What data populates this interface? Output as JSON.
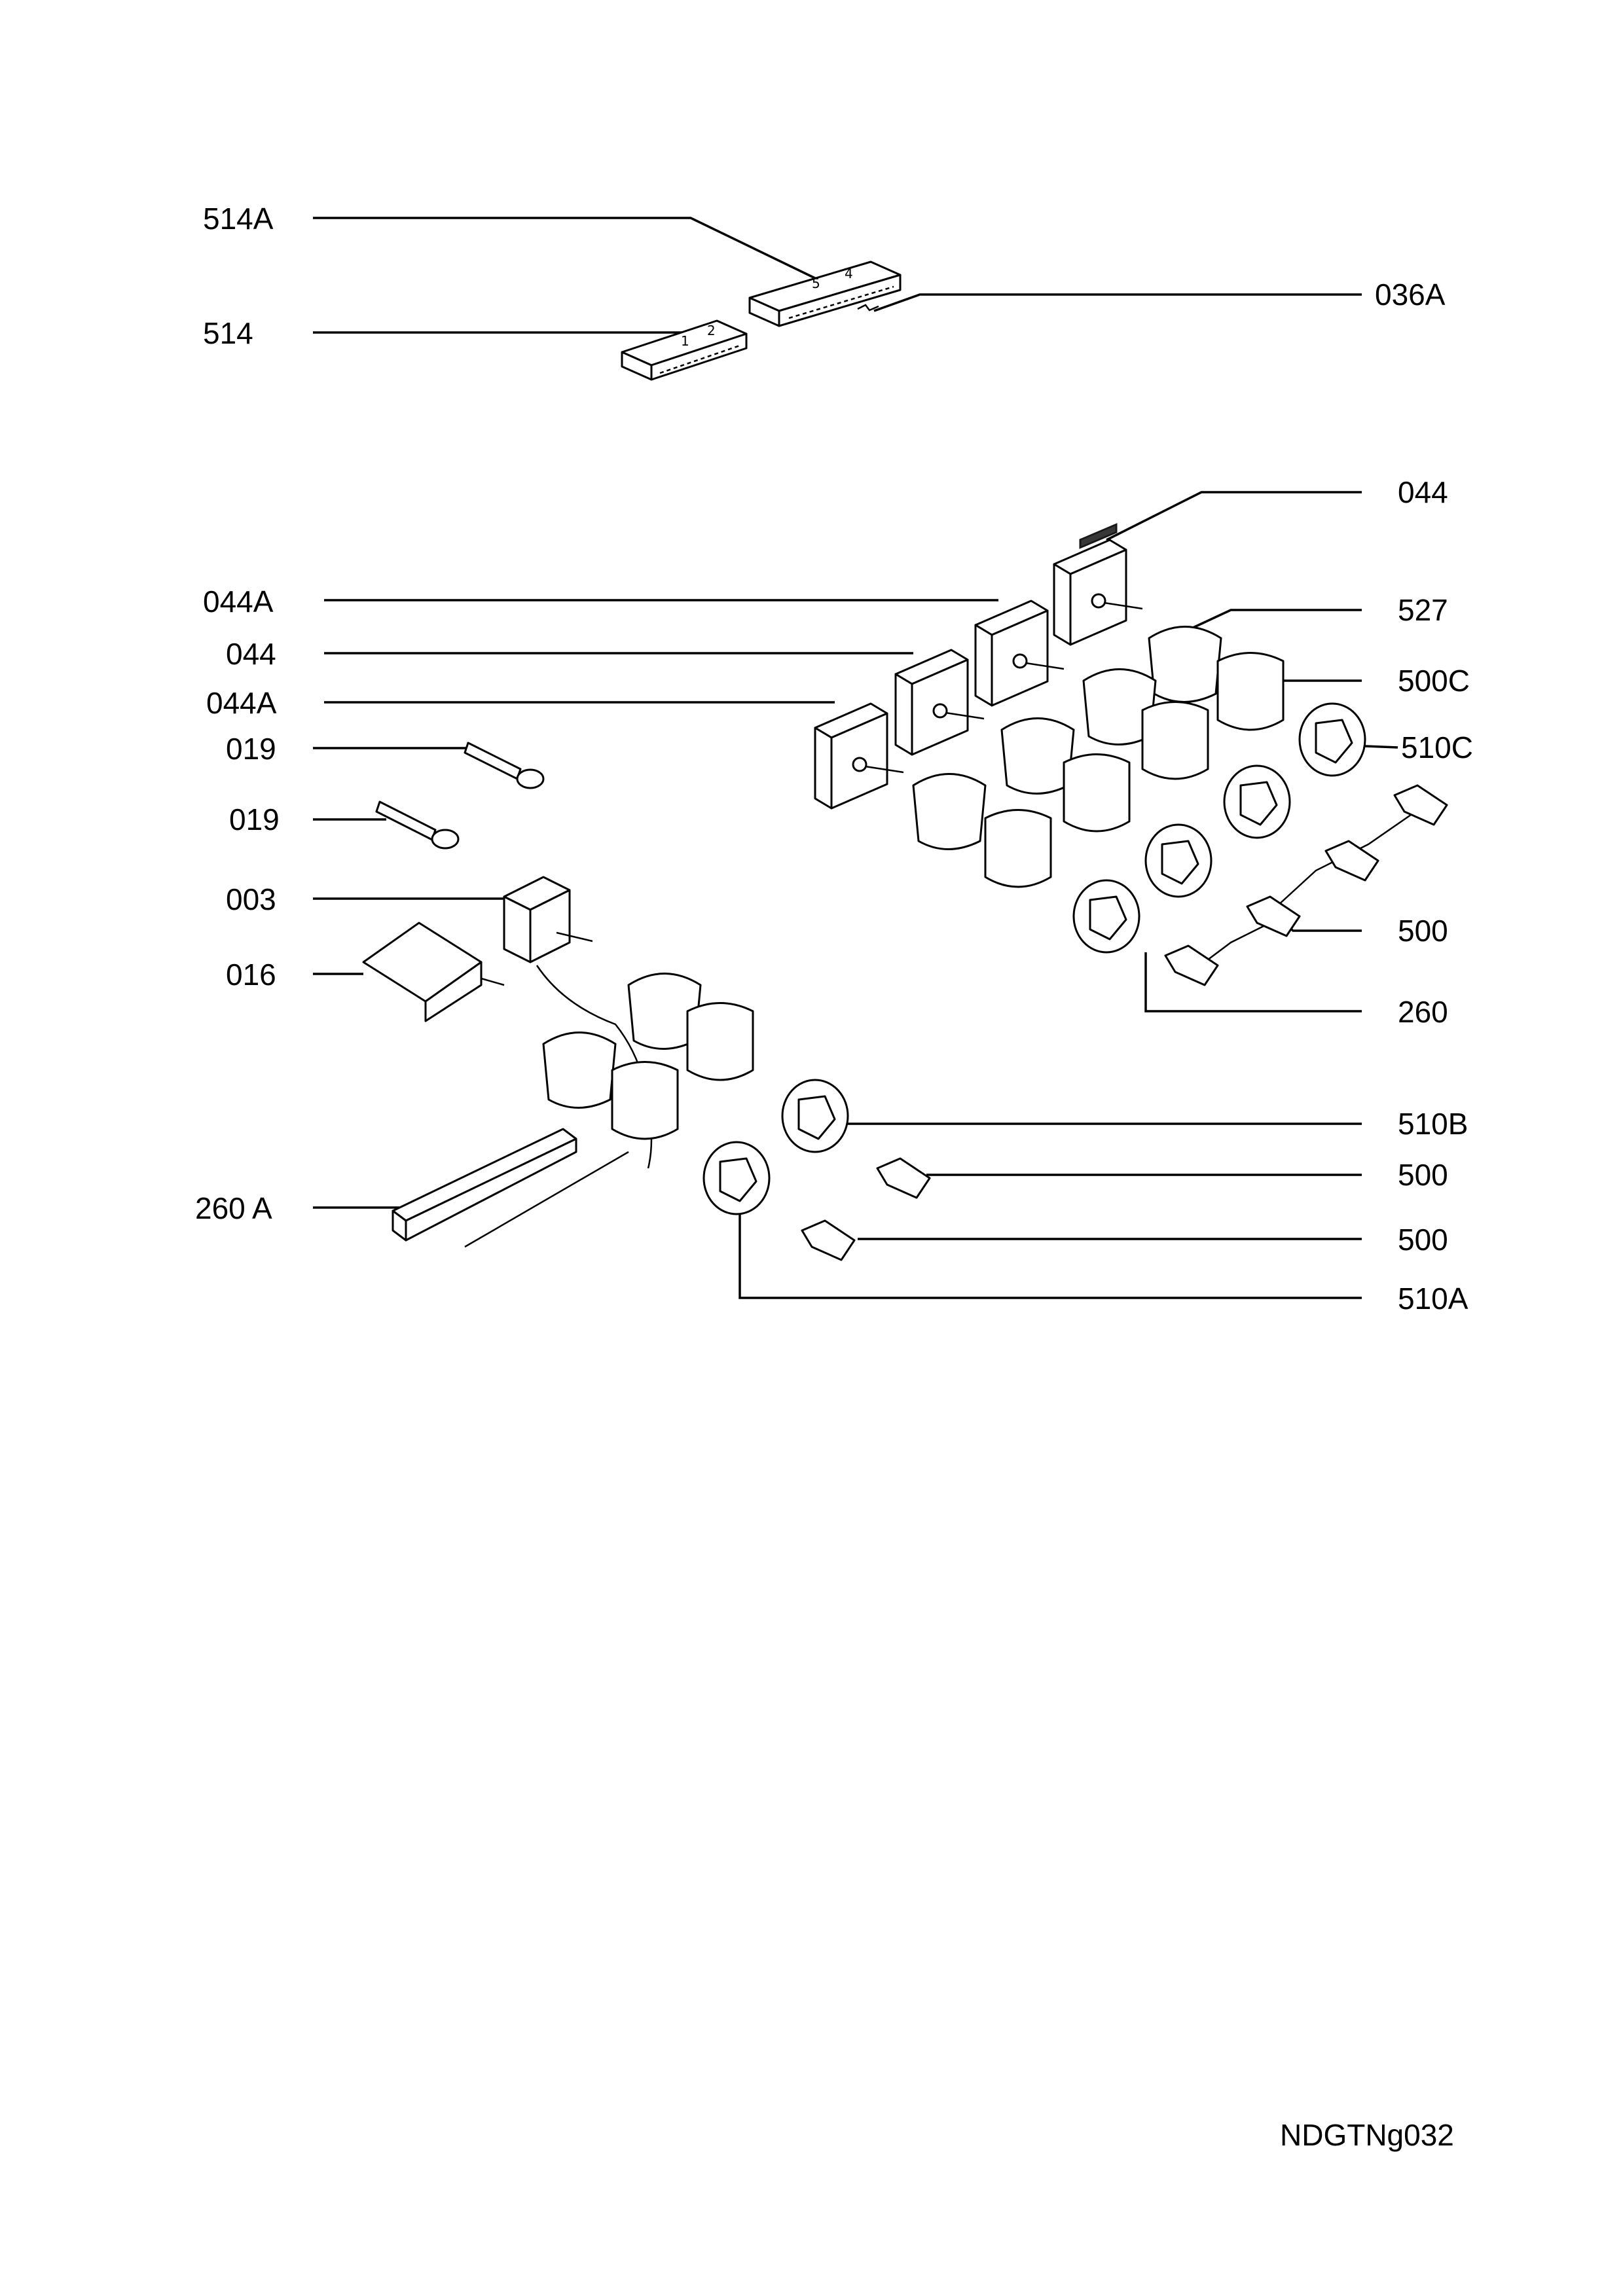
{
  "labels": {
    "l514A": "514A",
    "l514": "514",
    "l036A": "036A",
    "l044_top": "044",
    "l044A_1": "044A",
    "l527": "527",
    "l044_mid": "044",
    "l500C": "500C",
    "l044A_2": "044A",
    "l019_1": "019",
    "l510C": "510C",
    "l019_2": "019",
    "l003": "003",
    "l500_1": "500",
    "l016": "016",
    "l260": "260",
    "l510B": "510B",
    "l500_2": "500",
    "l260A": "260 A",
    "l500_3": "500",
    "l510A": "510A"
  },
  "drawing_code": "NDGTNg032"
}
